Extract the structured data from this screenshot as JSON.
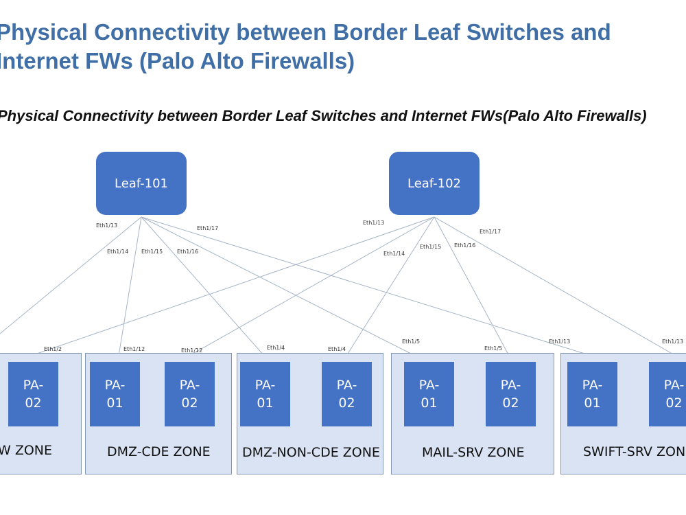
{
  "title": "Physical Connectivity between Border Leaf Switches and Internet FWs (Palo Alto Firewalls)",
  "subtitle": "Physical Connectivity between Border Leaf Switches and Internet FWs(Palo Alto Firewalls)",
  "leaves": [
    {
      "id": "leaf-101",
      "label": "Leaf-101"
    },
    {
      "id": "leaf-102",
      "label": "Leaf-102"
    }
  ],
  "colors": {
    "node": "#4472c4",
    "zone_fill": "#dae3f3",
    "title": "#3f6fa6",
    "link": "#a6b4c8"
  },
  "leaf_ports": {
    "leaf_101": [
      "Eth1/13",
      "Eth1/14",
      "Eth1/15",
      "Eth1/16",
      "Eth1/17"
    ],
    "leaf_102": [
      "Eth1/13",
      "Eth1/14",
      "Eth1/15",
      "Eth1/16",
      "Eth1/17"
    ]
  },
  "zones": [
    {
      "label": "W ZONE",
      "firewalls": [
        {
          "line1": "PA-",
          "line2": "02"
        }
      ]
    },
    {
      "label": "DMZ-CDE ZONE",
      "firewalls": [
        {
          "line1": "PA-",
          "line2": "01"
        },
        {
          "line1": "PA-",
          "line2": "02"
        }
      ]
    },
    {
      "label": "DMZ-NON-CDE ZONE",
      "firewalls": [
        {
          "line1": "PA-",
          "line2": "01"
        },
        {
          "line1": "PA-",
          "line2": "02"
        }
      ]
    },
    {
      "label": "MAIL-SRV ZONE",
      "firewalls": [
        {
          "line1": "PA-",
          "line2": "01"
        },
        {
          "line1": "PA-",
          "line2": "02"
        }
      ]
    },
    {
      "label": "SWIFT-SRV ZON",
      "firewalls": [
        {
          "line1": "PA-",
          "line2": "01"
        },
        {
          "line1": "PA-",
          "line2": "02"
        }
      ]
    }
  ],
  "firewall_ports": [
    "Eth1/2",
    "Eth1/12",
    "Eth1/12",
    "Eth1/4",
    "Eth1/4",
    "Eth1/5",
    "Eth1/5",
    "Eth1/13",
    "Eth1/13"
  ]
}
